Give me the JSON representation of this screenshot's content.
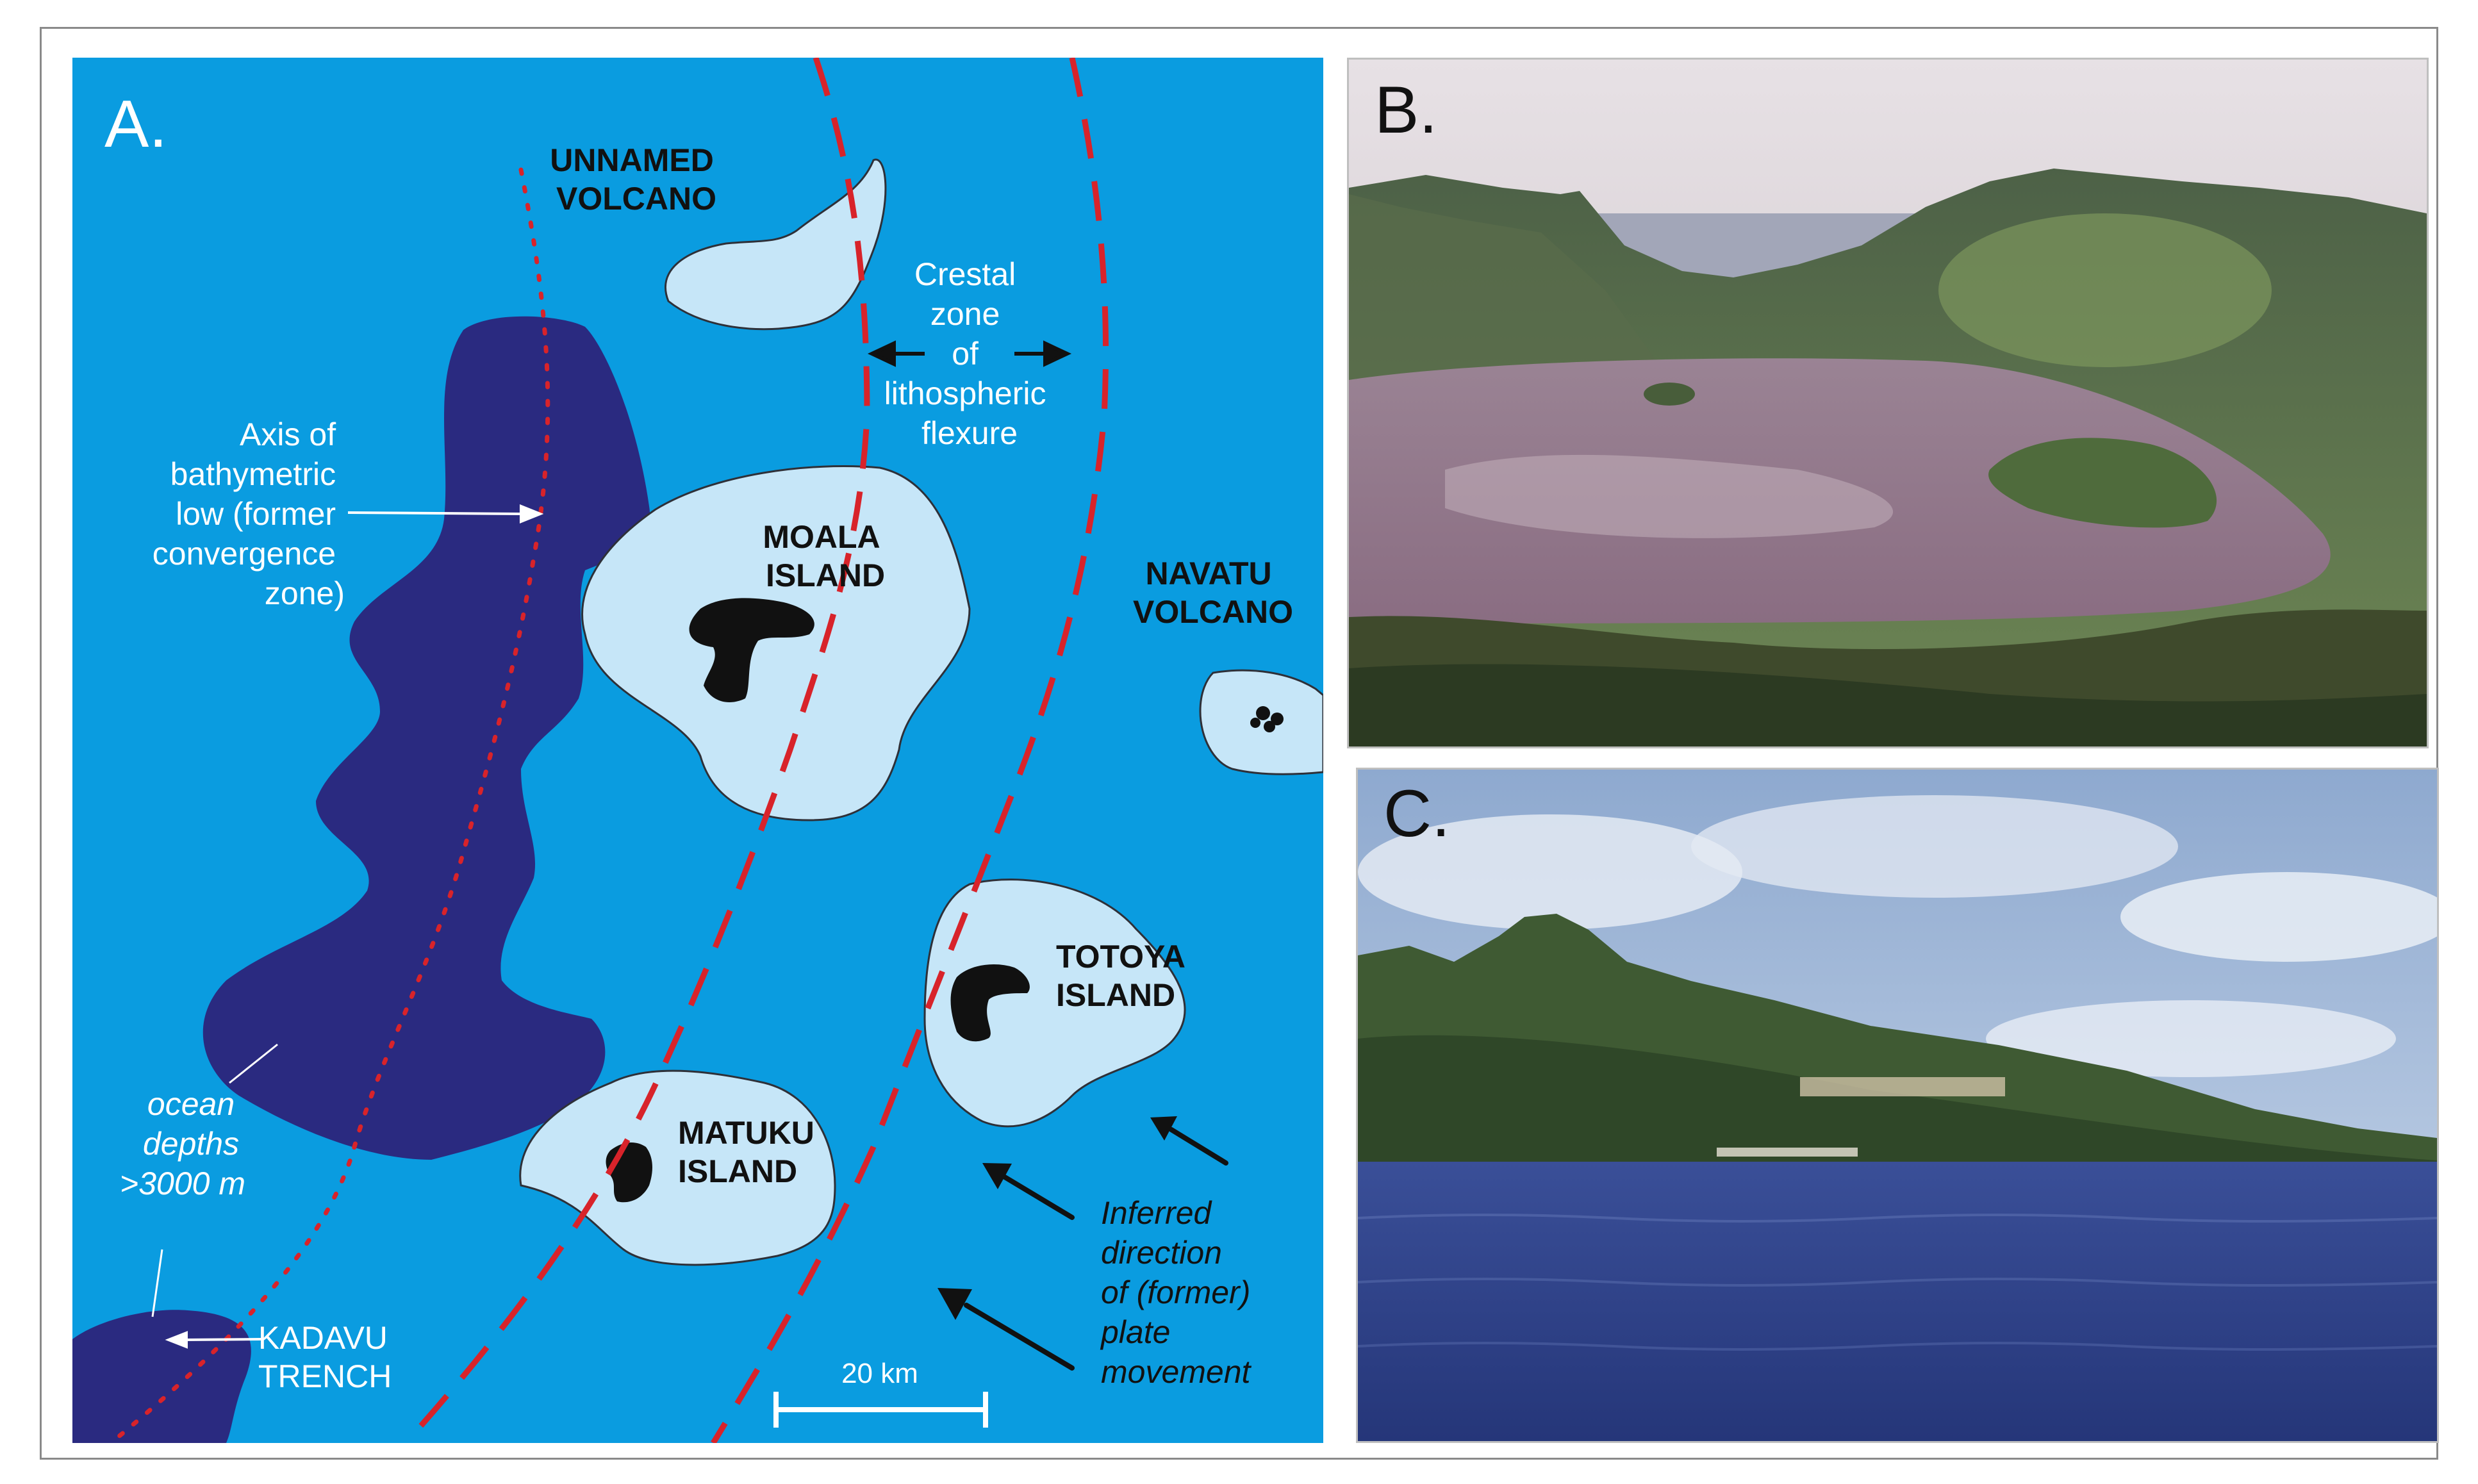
{
  "panels": {
    "a": {
      "letter": "A."
    },
    "b": {
      "letter": "B."
    },
    "c": {
      "letter": "C."
    }
  },
  "map": {
    "labels": {
      "unnamed_volcano": [
        "UNNAMED",
        "VOLCANO"
      ],
      "moala_island": [
        "MOALA",
        "ISLAND"
      ],
      "navatu_volcano": [
        "NAVATU",
        "VOLCANO"
      ],
      "totoya_island": [
        "TOTOYA",
        "ISLAND"
      ],
      "matuku_island": [
        "MATUKU",
        "ISLAND"
      ],
      "kadavu_trench": [
        "KADAVU",
        "TRENCH"
      ],
      "crestal_zone": [
        "Crestal",
        "zone",
        "of",
        "lithospheric",
        "flexure"
      ],
      "axis_bathymetric": [
        "Axis of",
        "bathymetric",
        "low (former",
        "convergence",
        "zone)"
      ],
      "ocean_depths": [
        "ocean",
        "depths",
        ">3000 m"
      ],
      "plate_movement": [
        "Inferred",
        "direction",
        "of (former)",
        "plate",
        "movement"
      ]
    },
    "scale_bar": {
      "label": "20 km"
    },
    "colors": {
      "ocean": "#0a9ce0",
      "deep_ocean": "#2a2a80",
      "shallow": "#c6e6f8",
      "land": "#111111",
      "fault_line": "#d8232a"
    }
  }
}
